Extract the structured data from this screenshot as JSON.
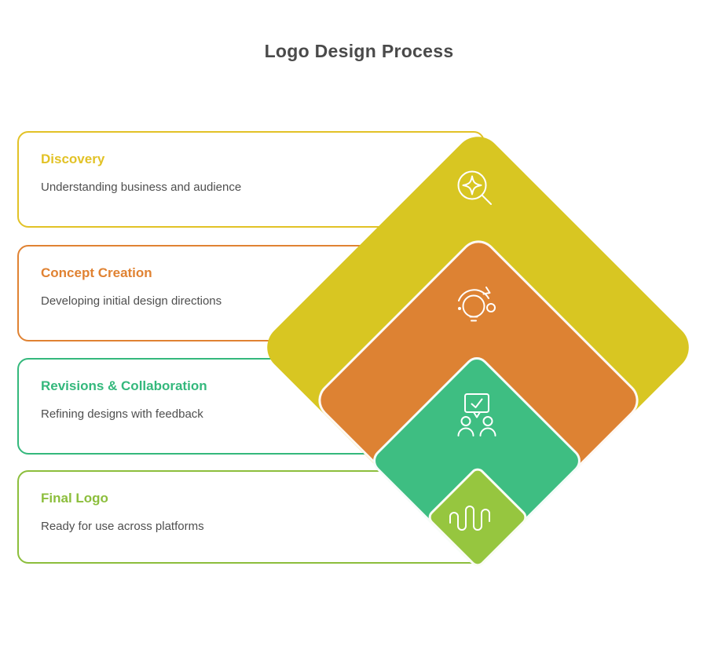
{
  "title": "Logo Design Process",
  "title_color": "#4a4a4a",
  "body_text_color": "#4f4f4f",
  "steps": [
    {
      "title": "Discovery",
      "description": "Understanding business and audience",
      "accent_color": "#e2c226",
      "diamond_color": "#d8c622",
      "icon": "sparkle-magnifier-icon"
    },
    {
      "title": "Concept Creation",
      "description": "Developing initial design directions",
      "accent_color": "#e08232",
      "diamond_color": "#dd8233",
      "icon": "lightbulb-orbit-icon"
    },
    {
      "title": "Revisions & Collaboration",
      "description": "Refining designs with feedback",
      "accent_color": "#34b87c",
      "diamond_color": "#3ebe82",
      "icon": "team-check-presentation-icon"
    },
    {
      "title": "Final Logo",
      "description": "Ready for use across platforms",
      "accent_color": "#8cbe3c",
      "diamond_color": "#96c63f",
      "icon": "waveform-mark-icon"
    }
  ]
}
